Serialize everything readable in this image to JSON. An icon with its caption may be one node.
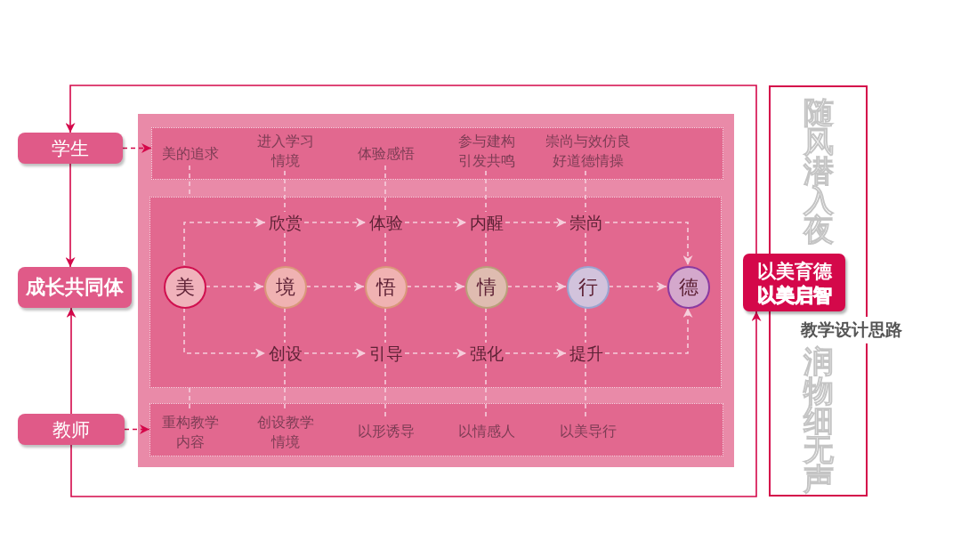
{
  "diagram": {
    "nodes": [
      {
        "text": [
          "学生"
        ]
      },
      {
        "text": [
          "成长共同体"
        ]
      },
      {
        "text": [
          "教师"
        ]
      },
      {
        "text": [],
        "shape": "box"
      },
      {
        "text": [],
        "shape": "box",
        "in": 3
      },
      {
        "text": [
          "美的追求"
        ],
        "in": 4
      },
      {
        "text": [
          "进入学习情境"
        ],
        "in": 4
      },
      {
        "text": [
          "体验感悟"
        ],
        "in": 4
      },
      {
        "text": [
          "参与建构引发共鸣"
        ],
        "in": 4
      },
      {
        "text": [
          "崇尚与效仿良好道德情操"
        ],
        "in": 4
      },
      {
        "text": [],
        "shape": "box",
        "in": 3
      },
      {
        "text": [
          "美"
        ],
        "in": 10
      },
      {
        "text": [
          "境"
        ],
        "in": 10
      },
      {
        "text": [
          "悟"
        ],
        "in": 10
      },
      {
        "text": [
          "情"
        ],
        "in": 10
      },
      {
        "text": [
          "行"
        ],
        "in": 10
      },
      {
        "text": [
          "德"
        ],
        "in": 10
      },
      {
        "text": [
          "欣赏"
        ],
        "in": 10
      },
      {
        "text": [
          "体验"
        ],
        "in": 10
      },
      {
        "text": [
          "内醒"
        ],
        "in": 10
      },
      {
        "text": [
          "崇尚"
        ],
        "in": 10
      },
      {
        "text": [
          "创设"
        ],
        "in": 10
      },
      {
        "text": [
          "引导"
        ],
        "in": 10
      },
      {
        "text": [
          "强化"
        ],
        "in": 10
      },
      {
        "text": [
          "提升"
        ],
        "in": 10
      },
      {
        "text": [],
        "shape": "box",
        "in": 3
      },
      {
        "text": [
          "重构教学内容"
        ],
        "in": 25
      },
      {
        "text": [
          "创设教学情境"
        ],
        "in": 25
      },
      {
        "text": [
          "以形诱导"
        ],
        "in": 25
      },
      {
        "text": [
          "以情感人"
        ],
        "in": 25
      },
      {
        "text": [
          "以美导行"
        ],
        "in": 25
      },
      {
        "text": [
          "以美育德",
          "以美启智"
        ]
      },
      {
        "text": [
          "随风潜入夜",
          "润物细无声"
        ]
      }
    ],
    "edges": [
      {
        "from": 31,
        "to": 0,
        "arrow": "to",
        "color": "#d4084a"
      },
      {
        "from": 2,
        "to": 31,
        "arrow": "to",
        "color": "#d4084a"
      },
      {
        "from": 0,
        "to": 1,
        "arrow": "to",
        "color": "#d4084a"
      },
      {
        "from": 2,
        "to": 1,
        "arrow": "to",
        "color": "#d4084a"
      },
      {
        "from": 0,
        "to": 4,
        "arrow": "to",
        "style": "dashed",
        "color": "#d4084a"
      },
      {
        "from": 2,
        "to": 25,
        "arrow": "to",
        "style": "dashed",
        "color": "#d4084a"
      },
      {
        "from": 11,
        "to": 12,
        "arrow": "to",
        "style": "dashed"
      },
      {
        "from": 12,
        "to": 13,
        "arrow": "to",
        "style": "dashed"
      },
      {
        "from": 13,
        "to": 14,
        "arrow": "to",
        "style": "dashed"
      },
      {
        "from": 14,
        "to": 15,
        "arrow": "to",
        "style": "dashed"
      },
      {
        "from": 15,
        "to": 16,
        "arrow": "to",
        "style": "dashed"
      },
      {
        "from": 11,
        "to": 17,
        "arrow": "to",
        "style": "dashed"
      },
      {
        "from": 17,
        "to": 18,
        "arrow": "to",
        "style": "dashed"
      },
      {
        "from": 18,
        "to": 19,
        "arrow": "to",
        "style": "dashed"
      },
      {
        "from": 19,
        "to": 20,
        "arrow": "to",
        "style": "dashed"
      },
      {
        "from": 20,
        "to": 16,
        "arrow": "to",
        "style": "dashed"
      },
      {
        "from": 11,
        "to": 21,
        "arrow": "to",
        "style": "dashed"
      },
      {
        "from": 21,
        "to": 22,
        "arrow": "to",
        "style": "dashed"
      },
      {
        "from": 22,
        "to": 23,
        "arrow": "to",
        "style": "dashed"
      },
      {
        "from": 23,
        "to": 24,
        "arrow": "to",
        "style": "dashed"
      },
      {
        "from": 24,
        "to": 16,
        "arrow": "to",
        "style": "dashed"
      },
      {
        "from": 5,
        "to": 10,
        "arrow": "none",
        "style": "dashed"
      },
      {
        "from": 6,
        "to": 17,
        "arrow": "none",
        "style": "dashed"
      },
      {
        "from": 7,
        "to": 18,
        "arrow": "none",
        "style": "dashed"
      },
      {
        "from": 8,
        "to": 19,
        "arrow": "none",
        "style": "dashed"
      },
      {
        "from": 9,
        "to": 20,
        "arrow": "none",
        "style": "dashed"
      },
      {
        "from": 17,
        "to": 12,
        "arrow": "none",
        "style": "dashed"
      },
      {
        "from": 18,
        "to": 13,
        "arrow": "none",
        "style": "dashed"
      },
      {
        "from": 19,
        "to": 14,
        "arrow": "none",
        "style": "dashed"
      },
      {
        "from": 20,
        "to": 15,
        "arrow": "none",
        "style": "dashed"
      },
      {
        "from": 12,
        "to": 21,
        "arrow": "none",
        "style": "dashed"
      },
      {
        "from": 13,
        "to": 22,
        "arrow": "none",
        "style": "dashed"
      },
      {
        "from": 14,
        "to": 23,
        "arrow": "none",
        "style": "dashed"
      },
      {
        "from": 15,
        "to": 24,
        "arrow": "none",
        "style": "dashed"
      },
      {
        "from": 10,
        "to": 26,
        "arrow": "none",
        "style": "dashed"
      },
      {
        "from": 21,
        "to": 27,
        "arrow": "none",
        "style": "dashed"
      },
      {
        "from": 22,
        "to": 28,
        "arrow": "none",
        "style": "dashed"
      },
      {
        "from": 23,
        "to": 29,
        "arrow": "none",
        "style": "dashed"
      },
      {
        "from": 24,
        "to": 30,
        "arrow": "none",
        "style": "dashed"
      }
    ],
    "labels": [
      "教学设计思路"
    ]
  }
}
